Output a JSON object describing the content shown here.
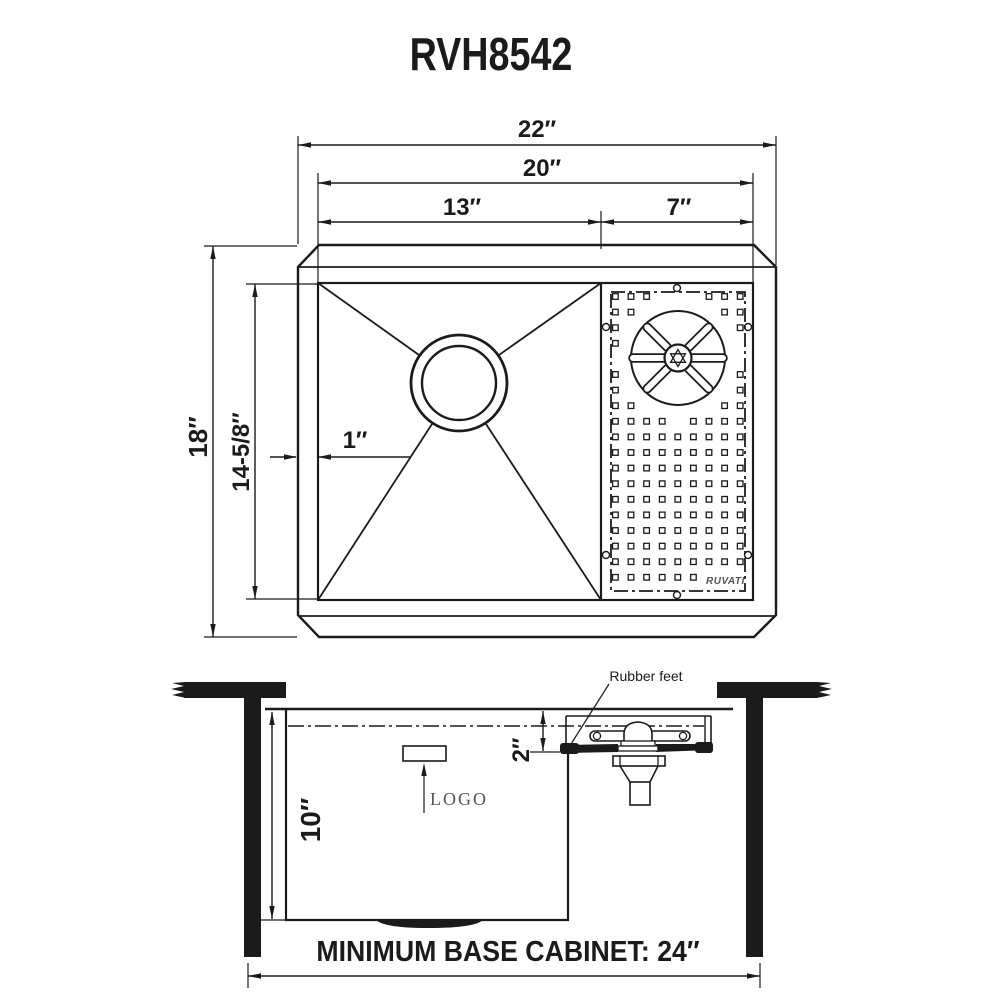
{
  "title": "RVH8542",
  "colors": {
    "line": "#1b1b1b",
    "muted": "#555555",
    "background": "#ffffff"
  },
  "top_view": {
    "dim_overall_width": "22″",
    "dim_inner_width": "20″",
    "dim_bowl_width": "13″",
    "dim_tray_width": "7″",
    "dim_overall_depth": "18″",
    "dim_bowl_depth": "14-5/8″",
    "dim_rim": "1″",
    "brand_logo": "RUVATI"
  },
  "section_view": {
    "dim_tray_depth": "2″",
    "dim_bowl_depth": "10″",
    "label_rubber_feet": "Rubber feet",
    "label_logo": "LOGO",
    "label_min_cabinet": "MINIMUM BASE CABINET: 24″"
  }
}
